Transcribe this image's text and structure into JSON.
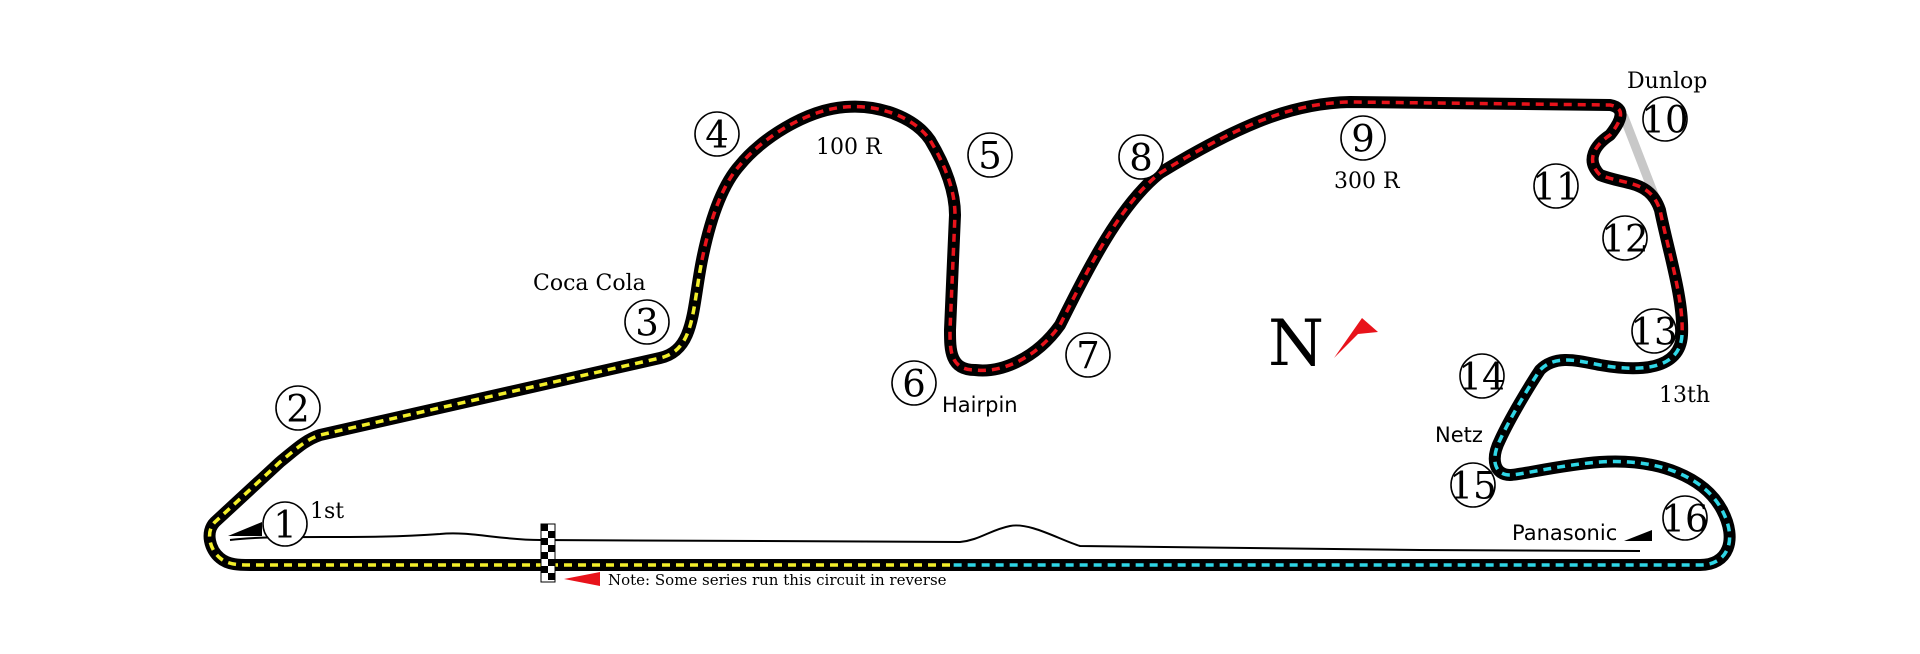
{
  "colors": {
    "track": "#000000",
    "sector1": "#f2ee2a",
    "sector2": "#e8131b",
    "sector3": "#2fd6e6",
    "pit_lane": "#000000",
    "shortcut": "#c8c8c8",
    "arrow": "#e8131b"
  },
  "corners": [
    "1",
    "2",
    "3",
    "4",
    "5",
    "6",
    "7",
    "8",
    "9",
    "10",
    "11",
    "12",
    "13",
    "14",
    "15",
    "16"
  ],
  "labels": {
    "first": "1st",
    "coca_cola": "Coca Cola",
    "r100": "100 R",
    "hairpin": "Hairpin",
    "r300": "300 R",
    "dunlop": "Dunlop",
    "thirteenth": "13th",
    "netz": "Netz",
    "panasonic": "Panasonic"
  },
  "north_label": "N",
  "note": "Note: Some series run this circuit in reverse"
}
